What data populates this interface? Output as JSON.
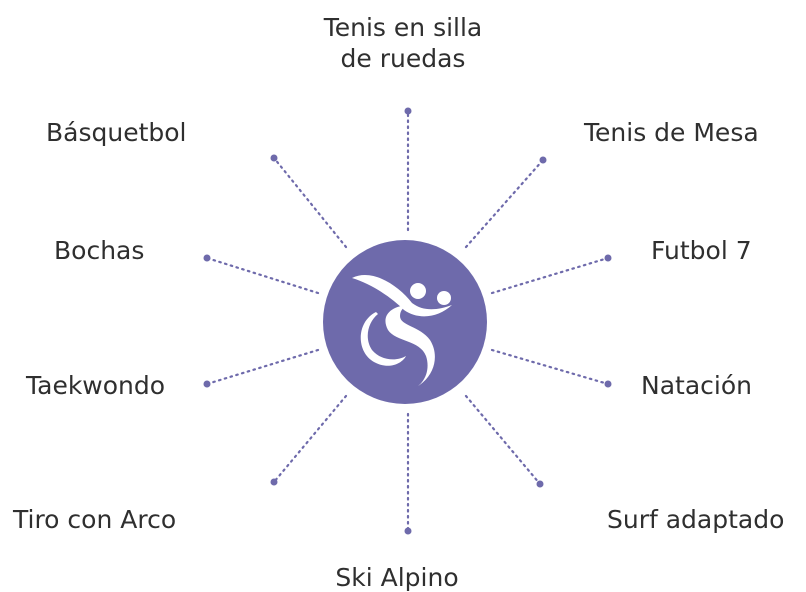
{
  "center_logo": {
    "icon": "wheelchair-athlete-icon",
    "color": "#6e6aab",
    "figure_color": "#ffffff"
  },
  "accent_color": "#6e6aab",
  "sports": [
    {
      "id": "top",
      "label_line1": "Tenis en silla",
      "label_line2": "de ruedas"
    },
    {
      "id": "tenis-mesa",
      "label": "Tenis de Mesa"
    },
    {
      "id": "futbol",
      "label": "Futbol 7"
    },
    {
      "id": "natacion",
      "label": "Natación"
    },
    {
      "id": "surf",
      "label": "Surf adaptado"
    },
    {
      "id": "ski",
      "label": "Ski Alpino"
    },
    {
      "id": "tiro",
      "label": "Tiro con Arco"
    },
    {
      "id": "taekwondo",
      "label": "Taekwondo"
    },
    {
      "id": "bochas",
      "label": "Bochas"
    },
    {
      "id": "basquetbol",
      "label": "Básquetbol"
    }
  ]
}
